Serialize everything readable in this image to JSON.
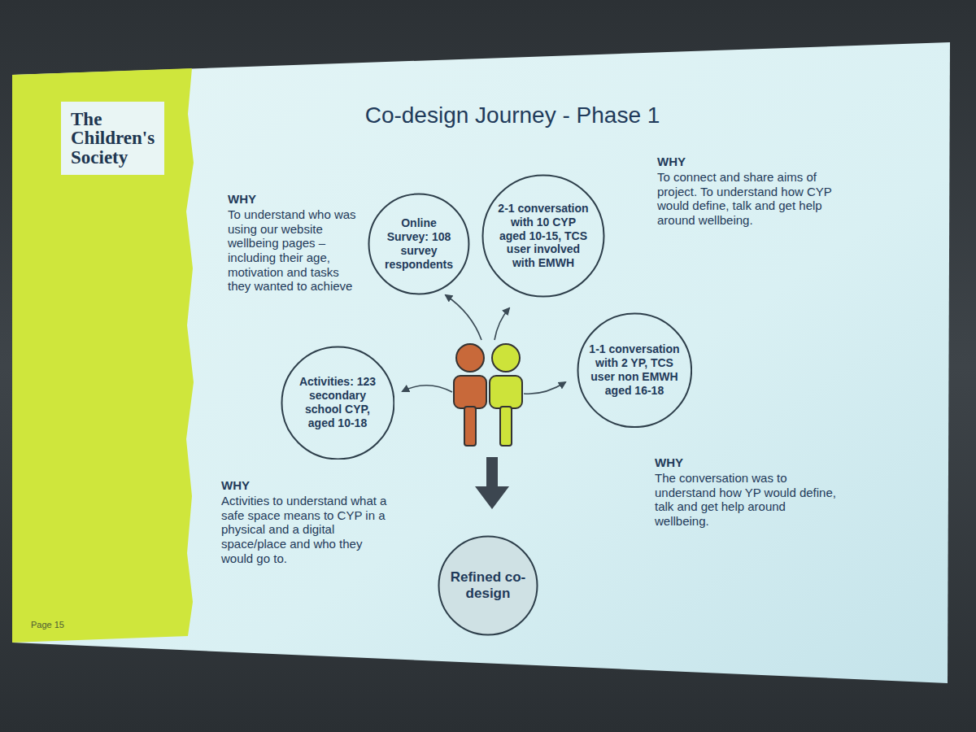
{
  "diagram": {
    "title": "Co-design Journey - Phase 1",
    "nodes": [
      {
        "text": [
          "The Children's Society"
        ]
      },
      {
        "text": [
          "Online Survey: 108 survey respondents"
        ]
      },
      {
        "text": [
          "2-1 conversation with 10 CYP aged 10-15, TCS user involved with EMWH"
        ]
      },
      {
        "text": [
          "1-1 conversation with 2 YP, TCS user non EMWH aged 16-18"
        ]
      },
      {
        "text": [
          "Activities: 123 secondary school CYP, aged 10-18"
        ]
      },
      {
        "text": [
          "Refined co-design"
        ]
      }
    ],
    "labels": [
      "WHY",
      "To understand who was using our website wellbeing pages – including their age, motivation and tasks they wanted to achieve",
      "WHY",
      "To connect and share aims of project. To understand how CYP would define, talk and get help around wellbeing.",
      "WHY",
      "Activities to understand what a safe space means to CYP in a physical and a digital space/place and who they would go to.",
      "WHY",
      "The conversation was to understand how YP would define, talk and get help around wellbeing.",
      "Page 15"
    ]
  }
}
